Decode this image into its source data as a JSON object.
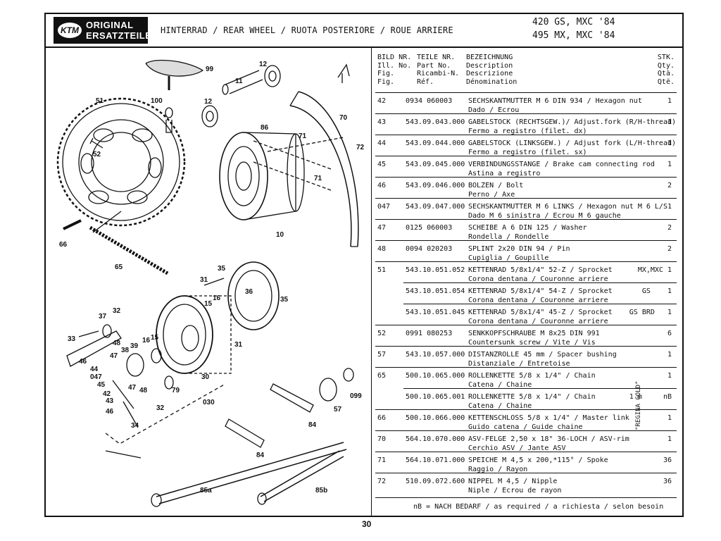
{
  "logo": {
    "brand": "KTM",
    "line1": "ORIGINAL",
    "line2": "ERSATZTEILE"
  },
  "title": "HINTERRAD / REAR WHEEL / RUOTA POSTERIORE / ROUE ARRIERE",
  "models": [
    "420 GS, MXC '84",
    "495 MX, MXC '84"
  ],
  "columns": {
    "fig": [
      "BILD NR.",
      "Ill. No.",
      "Fig.",
      "Fig."
    ],
    "part": [
      "TEILE NR.",
      "Part No.",
      "Ricambi-N.",
      "Réf."
    ],
    "desc": [
      "BEZEICHNUNG",
      "Description",
      "Descrizione",
      "Dénomination"
    ],
    "qty": [
      "STK.",
      "Qty.",
      "Qtà.",
      "Qtë."
    ]
  },
  "rows": [
    {
      "fig": "42",
      "part": "0934 060003",
      "d1": "SECHSKANTMUTTER M 6 DIN 934 / Hexagon nut",
      "d2": "Dado / Ecrou",
      "qty": "1"
    },
    {
      "fig": "43",
      "part": "543.09.043.000",
      "d1": "GABELSTOCK (RECHTSGEW.)/ Adjust.fork (R/H-thread)",
      "d2": "Fermo a registro (filet. dx)",
      "qty": "1"
    },
    {
      "fig": "44",
      "part": "543.09.044.000",
      "d1": "GABELSTOCK (LINKSGEW.) / Adjust fork (L/H-thread)",
      "d2": "Fermo a registro (filet. sx)",
      "qty": "1"
    },
    {
      "fig": "45",
      "part": "543.09.045.000",
      "d1": "VERBINDUNGSSTANGE / Brake cam connecting rod",
      "d2": "Astina a registro",
      "qty": "1"
    },
    {
      "fig": "46",
      "part": "543.09.046.000",
      "d1": "BOLZEN / Bolt",
      "d2": "Perno / Axe",
      "qty": "2"
    },
    {
      "fig": "047",
      "part": "543.09.047.000",
      "d1": "SECHSKANTMUTTER M 6 LINKS / Hexagon nut M 6 L/S",
      "d2": "Dado M 6 sinistra / Ecrou M 6 gauche",
      "qty": "1"
    },
    {
      "fig": "47",
      "part": "0125 060003",
      "d1": "SCHEIBE A 6 DIN 125 / Washer",
      "d2": "Rondella / Rondelle",
      "qty": "2"
    },
    {
      "fig": "48",
      "part": "0094 020203",
      "d1": "SPLINT 2x20 DIN 94 / Pin",
      "d2": "Cupiglia / Goupille",
      "qty": "2"
    },
    {
      "fig": "51",
      "part": "543.10.051.052",
      "d1": "KETTENRAD 5/8x1/4\" 52-Z / Sprocket      MX,MXC",
      "d2": "Corona dentana / Couronne arriere",
      "qty": "1"
    },
    {
      "fig": "",
      "part": "543.10.051.054",
      "d1": "KETTENRAD 5/8x1/4\" 54-Z / Sprocket       GS",
      "d2": "Corona dentana / Couronne arriere",
      "qty": "1"
    },
    {
      "fig": "",
      "part": "543.10.051.045",
      "d1": "KETTENRAD 5/8x1/4\" 45-Z / Sprocket    GS BRD",
      "d2": "Corona dentana / Couronne arriere",
      "qty": "1"
    },
    {
      "fig": "52",
      "part": "0991 080253",
      "d1": "SENKKOPFSCHRAUBE M 8x25 DIN 991",
      "d2": "Countersunk screw / Vite / Vis",
      "qty": "6"
    },
    {
      "fig": "57",
      "part": "543.10.057.000",
      "d1": "DISTANZROLLE 45 mm / Spacer bushing",
      "d2": "Distanziale / Entretoise",
      "qty": "1"
    },
    {
      "fig": "65",
      "part": "500.10.065.000",
      "d1": "ROLLENKETTE 5/8 x 1/4\" / Chain",
      "d2": "Catena / Chaine",
      "qty": "1"
    },
    {
      "fig": "",
      "part": "500.10.065.001",
      "d1": "ROLLENKETTE 5/8 x 1/4\" / Chain        1 m",
      "d2": "Catena / Chaine",
      "qty": "nB"
    },
    {
      "fig": "66",
      "part": "500.10.066.000",
      "d1": "KETTENSCHLOSS 5/8 x 1/4\" / Master link",
      "d2": "Guido catena / Guide chaine",
      "qty": "1"
    },
    {
      "fig": "70",
      "part": "564.10.070.000",
      "d1": "ASV-FELGE 2,50 x 18\" 36-LOCH / ASV-rim",
      "d2": "Cerchio ASV / Jante ASV",
      "qty": "1"
    },
    {
      "fig": "71",
      "part": "564.10.071.000",
      "d1": "SPEICHE M 4,5 x 200,*115° / Spoke",
      "d2": "Raggio / Rayon",
      "qty": "36"
    },
    {
      "fig": "72",
      "part": "510.09.072.600",
      "d1": "NIPPEL M 4,5 / Nipple",
      "d2": "Niple / Ecrou de rayon",
      "qty": "36"
    }
  ],
  "regina": "\"REGINA GOLD\"",
  "footnote": "nB = NACH BEDARF / as required / a richiesta / selon besoin",
  "page_number": "30",
  "callouts": {
    "c99": "99",
    "c12a": "12",
    "c11": "11",
    "c12b": "12",
    "c100": "100",
    "c51": "51",
    "c52": "52",
    "c70": "70",
    "c72": "72",
    "c86": "86",
    "c71a": "71",
    "c71b": "71",
    "c10": "10",
    "c66": "66",
    "c65": "65",
    "c31a": "31",
    "c35a": "35",
    "c36": "36",
    "c35b": "35",
    "c15a": "15",
    "c16a": "16",
    "c37": "37",
    "c32a": "32",
    "c31b": "31",
    "c33": "33",
    "c48a": "48",
    "c16b": "16",
    "c15b": "15",
    "c39": "39",
    "c38": "38",
    "c47a": "47",
    "c46a": "46",
    "c44": "44",
    "c047": "047",
    "c45": "45",
    "c30": "30",
    "c42": "42",
    "c47b": "47",
    "c48b": "48",
    "c43": "43",
    "c79": "79",
    "c46b": "46",
    "c32b": "32",
    "c34": "34",
    "c030": "030",
    "c099": "099",
    "c57": "57",
    "c84a": "84",
    "c84b": "84",
    "c85a": "85a",
    "c85b": "85b"
  }
}
